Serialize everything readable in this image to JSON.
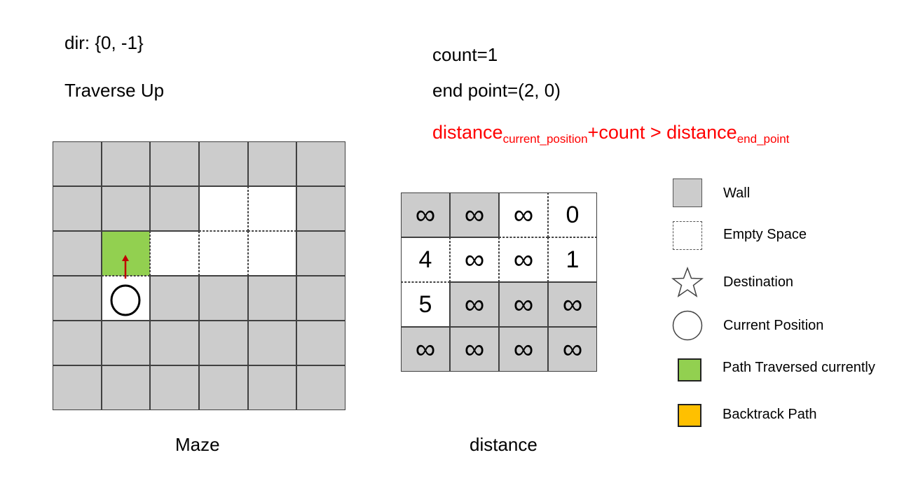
{
  "header": {
    "dir": "dir: {0, -1}",
    "action": "Traverse Up",
    "count": "count=1",
    "end_point": "end point=(2, 0)"
  },
  "formula": {
    "part1": "distance",
    "sub1": "current_position",
    "part2": "+count > distance",
    "sub2": "end_point"
  },
  "maze": {
    "label": "Maze",
    "rows": [
      [
        "wall",
        "wall",
        "wall",
        "wall",
        "wall",
        "wall"
      ],
      [
        "wall",
        "wall",
        "wall",
        "empty",
        "empty",
        "wall"
      ],
      [
        "wall",
        "traversed",
        "empty",
        "empty",
        "empty",
        "wall"
      ],
      [
        "wall",
        "current",
        "wall",
        "wall",
        "wall",
        "wall"
      ],
      [
        "wall",
        "wall",
        "wall",
        "wall",
        "wall",
        "wall"
      ],
      [
        "wall",
        "wall",
        "wall",
        "wall",
        "wall",
        "wall"
      ]
    ]
  },
  "distance": {
    "label": "distance",
    "rows": [
      [
        "∞",
        "∞",
        "∞",
        "0"
      ],
      [
        "4",
        "∞",
        "∞",
        "1"
      ],
      [
        "5",
        "∞",
        "∞",
        "∞"
      ],
      [
        "∞",
        "∞",
        "∞",
        "∞"
      ]
    ],
    "types": [
      [
        "wall",
        "wall",
        "empty",
        "empty"
      ],
      [
        "empty",
        "empty",
        "empty",
        "empty"
      ],
      [
        "empty",
        "wall",
        "wall",
        "wall"
      ],
      [
        "wall",
        "wall",
        "wall",
        "wall"
      ]
    ]
  },
  "legend": {
    "items": [
      {
        "icon": "wall-swatch",
        "label": "Wall"
      },
      {
        "icon": "empty-swatch",
        "label": "Empty Space"
      },
      {
        "icon": "star-icon",
        "label": "Destination"
      },
      {
        "icon": "circle-icon",
        "label": "Current Position"
      },
      {
        "icon": "green-swatch",
        "label": "Path Traversed currently"
      },
      {
        "icon": "orange-swatch",
        "label": "Backtrack Path"
      }
    ]
  },
  "colors": {
    "wall": "#cccccc",
    "traversed": "#92d050",
    "backtrack": "#ffc000",
    "formula": "#ff0000",
    "arrow": "#c00000"
  }
}
